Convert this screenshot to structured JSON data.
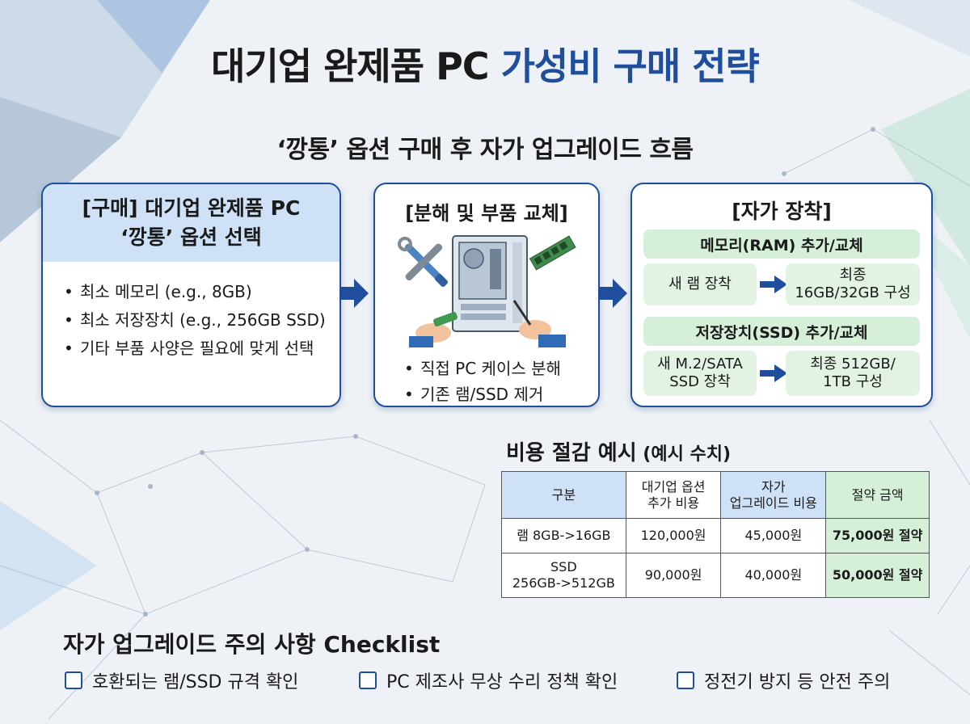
{
  "title": {
    "main": "대기업 완제품 PC ",
    "accent": "가성비 구매 전략"
  },
  "subtitle": "‘깡통’ 옵션 구매 후 자가 업그레이드 흐름",
  "colors": {
    "accent": "#1f4f9c",
    "light_blue": "#cfe1f7",
    "light_green": "#d6efd8"
  },
  "step1": {
    "head_line1": "[구매] 대기업 완제품 PC",
    "head_line2": "‘깡통’ 옵션 선택",
    "items": [
      "최소 메모리 (e.g., 8GB)",
      "최소 저장장치 (e.g., 256GB SSD)",
      "기타 부품 사양은 필요에 맞게 선택"
    ]
  },
  "step2": {
    "head": "[분해 및 부품 교체]",
    "icons": [
      "wrench-screwdriver-icon",
      "pc-case-icon",
      "ram-stick-icon",
      "hands-icon"
    ],
    "items": [
      "직접 PC 케이스 분해",
      "기존 램/SSD 제거"
    ]
  },
  "step3": {
    "head": "[자가 장착]",
    "ram": {
      "label": "메모리(RAM) 추가/교체",
      "from": "새 램 장착",
      "to_line1": "최종",
      "to_line2": "16GB/32GB 구성"
    },
    "ssd": {
      "label": "저장장치(SSD) 추가/교체",
      "from_line1": "새 M.2/SATA",
      "from_line2": "SSD 장착",
      "to_line1": "최종 512GB/",
      "to_line2": "1TB 구성"
    }
  },
  "cost": {
    "title": "비용 절감 예시",
    "title_small": " (예시 수치)",
    "headers": {
      "category": "구분",
      "option_line1": "대기업 옵션",
      "option_line2": "추가 비용",
      "self_line1": "자가",
      "self_line2": "업그레이드 비용",
      "saving": "절약 금액"
    },
    "rows": [
      {
        "category_line1": "램 8GB->16GB",
        "category_line2": "",
        "option": "120,000원",
        "self": "45,000원",
        "saving": "75,000원 절약"
      },
      {
        "category_line1": "SSD",
        "category_line2": "256GB->512GB",
        "option": "90,000원",
        "self": "40,000원",
        "saving": "50,000원 절약"
      }
    ]
  },
  "checklist": {
    "title": "자가 업그레이드 주의 사항 Checklist",
    "items": [
      "호환되는 램/SSD 규격 확인",
      "PC 제조사 무상 수리 정책 확인",
      "정전기 방지 등 안전 주의"
    ]
  }
}
